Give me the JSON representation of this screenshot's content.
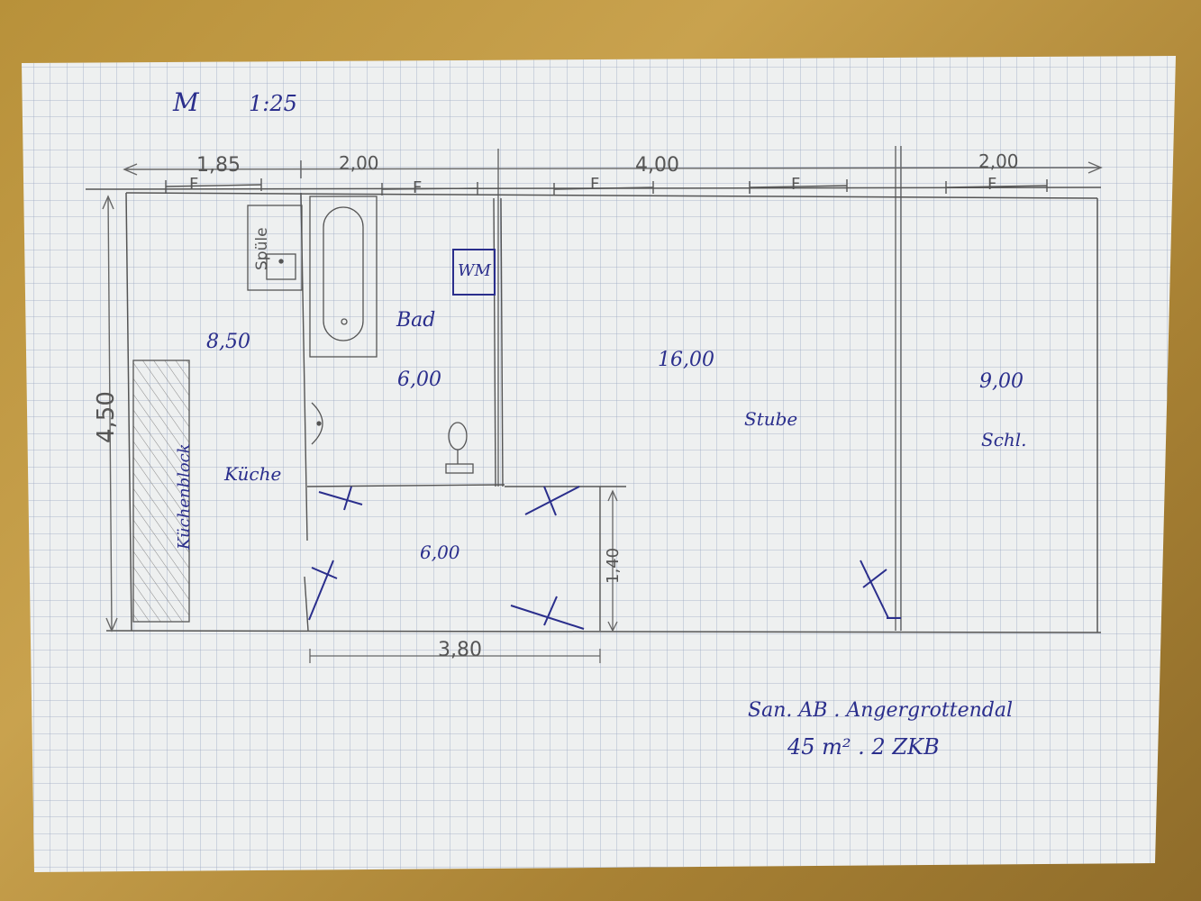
{
  "scale": {
    "prefix": "M",
    "value": "1:25"
  },
  "top_dimensions": [
    {
      "value": "1,85"
    },
    {
      "value": "2,00"
    },
    {
      "value": "4,00"
    },
    {
      "value": "2,00"
    }
  ],
  "side_dimension": {
    "value": "4,50"
  },
  "window_mark": "F",
  "fixtures": {
    "sink": "Spüle",
    "washer": "WM",
    "kitchen_block": "Küchenblock"
  },
  "rooms": {
    "kitchen": {
      "area": "8,50",
      "name": "Küche"
    },
    "bath": {
      "name": "Bad",
      "area": "6,00"
    },
    "hall": {
      "area": "6,00"
    },
    "living": {
      "area": "16,00",
      "name": "Stube"
    },
    "bedroom": {
      "area": "9,00",
      "name": "Schl."
    }
  },
  "hall_dimensions": {
    "width": "3,80",
    "depth": "1,40"
  },
  "caption": {
    "line1": "San. AB . Angergrottendal",
    "line2": "45 m² . 2 ZKB"
  },
  "colors": {
    "ink": "#2a2e8c",
    "pencil": "#555555",
    "grid": "#9aa7c2",
    "paper": "#eef0f0"
  }
}
